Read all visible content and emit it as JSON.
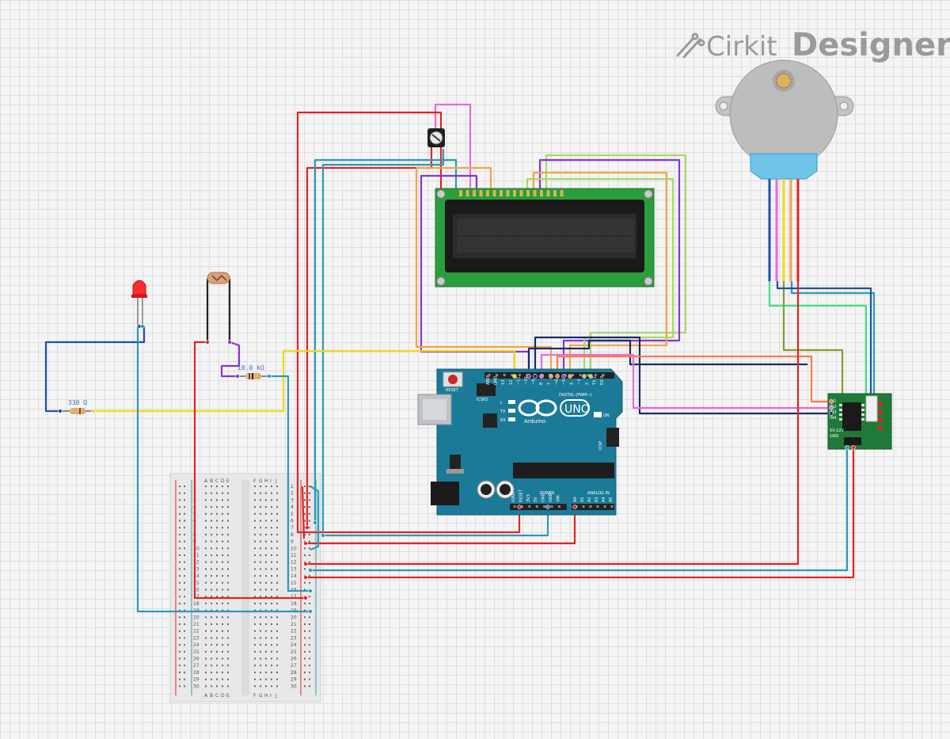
{
  "branding": {
    "brand_light": "Cirkit",
    "brand_bold": "Designer"
  },
  "components": {
    "resistor_1": {
      "label": "330 Ω"
    },
    "resistor_2": {
      "label": "10.0 kΩ"
    },
    "arduino": {
      "logo_text": "UNO",
      "brand": "Arduino",
      "reset_label": "RESET",
      "icsp2_label": "ICSP2",
      "icsp_label": "ICSP",
      "digital_label": "DIGITAL (PWM~)",
      "power_label": "POWER",
      "analog_label": "ANALOG IN",
      "on_label": "ON",
      "led_labels": [
        "L",
        "TX",
        "RX"
      ],
      "top_pin_labels": [
        "AREF",
        "GND",
        "13",
        "12",
        "~11",
        "~10",
        "~9",
        "8",
        "7",
        "~6",
        "~5",
        "4",
        "~3",
        "2",
        "TX 1",
        "RX 0"
      ],
      "power_pin_labels": [
        "IOREF",
        "RESET",
        "3V3",
        "5V",
        "GND",
        "GND",
        "VIN"
      ],
      "analog_pin_labels": [
        "A0",
        "A1",
        "A2",
        "A3",
        "A4",
        "A5"
      ]
    },
    "driver": {
      "pin_labels": [
        "IN1",
        "IN2",
        "IN3",
        "IN4"
      ],
      "power_labels": [
        "5V-12V",
        "GND"
      ]
    },
    "breadboard": {
      "col_labels_left": [
        "A",
        "B",
        "C",
        "D",
        "E"
      ],
      "col_labels_right": [
        "F",
        "G",
        "H",
        "I",
        "J"
      ],
      "rows": [
        "1",
        "2",
        "3",
        "4",
        "5",
        "6",
        "7",
        "8",
        "9",
        "10",
        "11",
        "12",
        "13",
        "14",
        "15",
        "16",
        "17",
        "18",
        "19",
        "20",
        "21",
        "22",
        "23",
        "24",
        "25",
        "26",
        "27",
        "28",
        "29",
        "30"
      ]
    }
  },
  "colors": {
    "red": "#e02424",
    "blue": "#1f4fae",
    "teal": "#2c9ab6",
    "yellow": "#f2d91a",
    "purple": "#8a35c9",
    "pink": "#e86bd8",
    "orange": "#f5a34a",
    "lightgreen": "#a8d86a",
    "navy": "#1c2a6b",
    "olive": "#8c9a2a",
    "mint": "#3fe08a",
    "coral": "#ff7a4a",
    "arduino": "#1c7a99",
    "lcd_pcb": "#2a9d3c"
  }
}
